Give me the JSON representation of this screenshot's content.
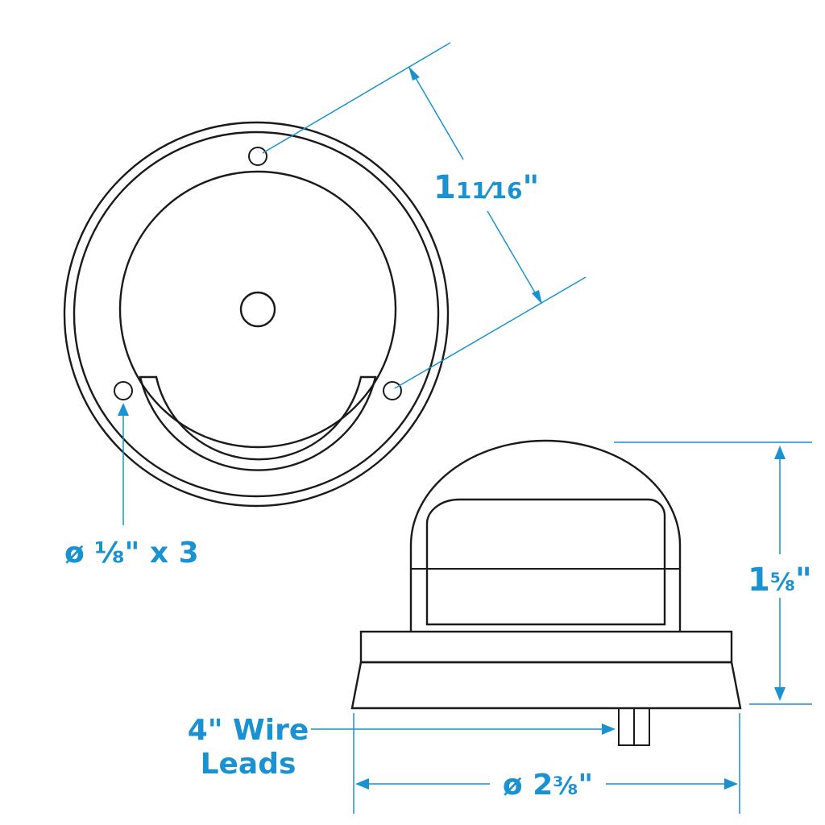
{
  "colors": {
    "dimension": "#1a91d0",
    "outline": "#1a1a1a",
    "background": "#ffffff"
  },
  "views": {
    "top": "top view",
    "side": "side view"
  },
  "dimensions": {
    "hole_spacing": {
      "main": "1",
      "fraction": "11⁄16",
      "unit": "\""
    },
    "hole_diameter": {
      "prefix": "ø",
      "fraction": "⅛",
      "suffix": "\" x 3"
    },
    "height": {
      "main": "1",
      "fraction": "⅝",
      "unit": "\""
    },
    "wire_leads": {
      "line1": "4\" Wire",
      "line2": "Leads"
    },
    "base_diameter": {
      "prefix": "ø",
      "main": "2",
      "fraction": "⅜",
      "unit": "\""
    }
  }
}
